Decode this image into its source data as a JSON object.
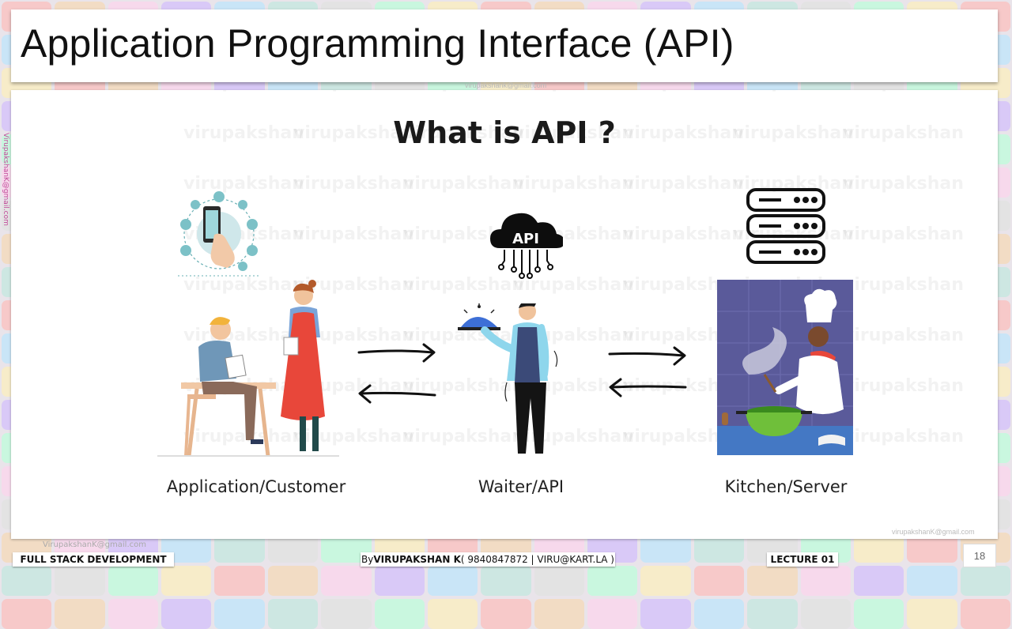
{
  "slide": {
    "title": "Application Programming Interface (API)",
    "heading": "What is API ?",
    "watermark": "virupakshan",
    "top_email": "virupakshank@gmail.com",
    "side_email": "VirupakshanK@gmail.com",
    "corner_email": "virupakshanK@gmail.com",
    "footer_email": "VirupakshanK@gmail.com",
    "cloud_label": "API",
    "captions": {
      "customer": "Application/Customer",
      "waiter": "Waiter/API",
      "kitchen": "Kitchen/Server"
    }
  },
  "footer": {
    "course": "FULL STACK DEVELOPMENT",
    "by_prefix": "By ",
    "author": "VIRUPAKSHAN K",
    "contact": " ( 9840847872 | VIRU@KART.LA )",
    "lecture": "LECTURE 01",
    "page_number": "18"
  },
  "colors": {
    "accent_red": "#e8473a",
    "waiter_vest": "#3b4a78",
    "kitchen_bg": "#5a5a9a",
    "pot_green": "#6fbf3a"
  }
}
